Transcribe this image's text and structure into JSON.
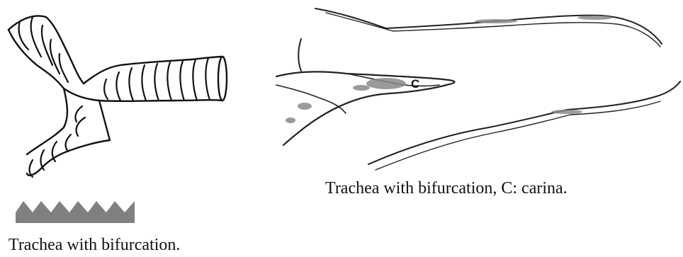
{
  "figures": [
    {
      "caption": "Trachea with bifurcation."
    },
    {
      "caption": "Trachea with bifurcation, C: carina.",
      "label": "C"
    }
  ],
  "colors": {
    "ink": "#111111",
    "cartilage_bar": "#808080",
    "stain": "#8a8a8a"
  }
}
